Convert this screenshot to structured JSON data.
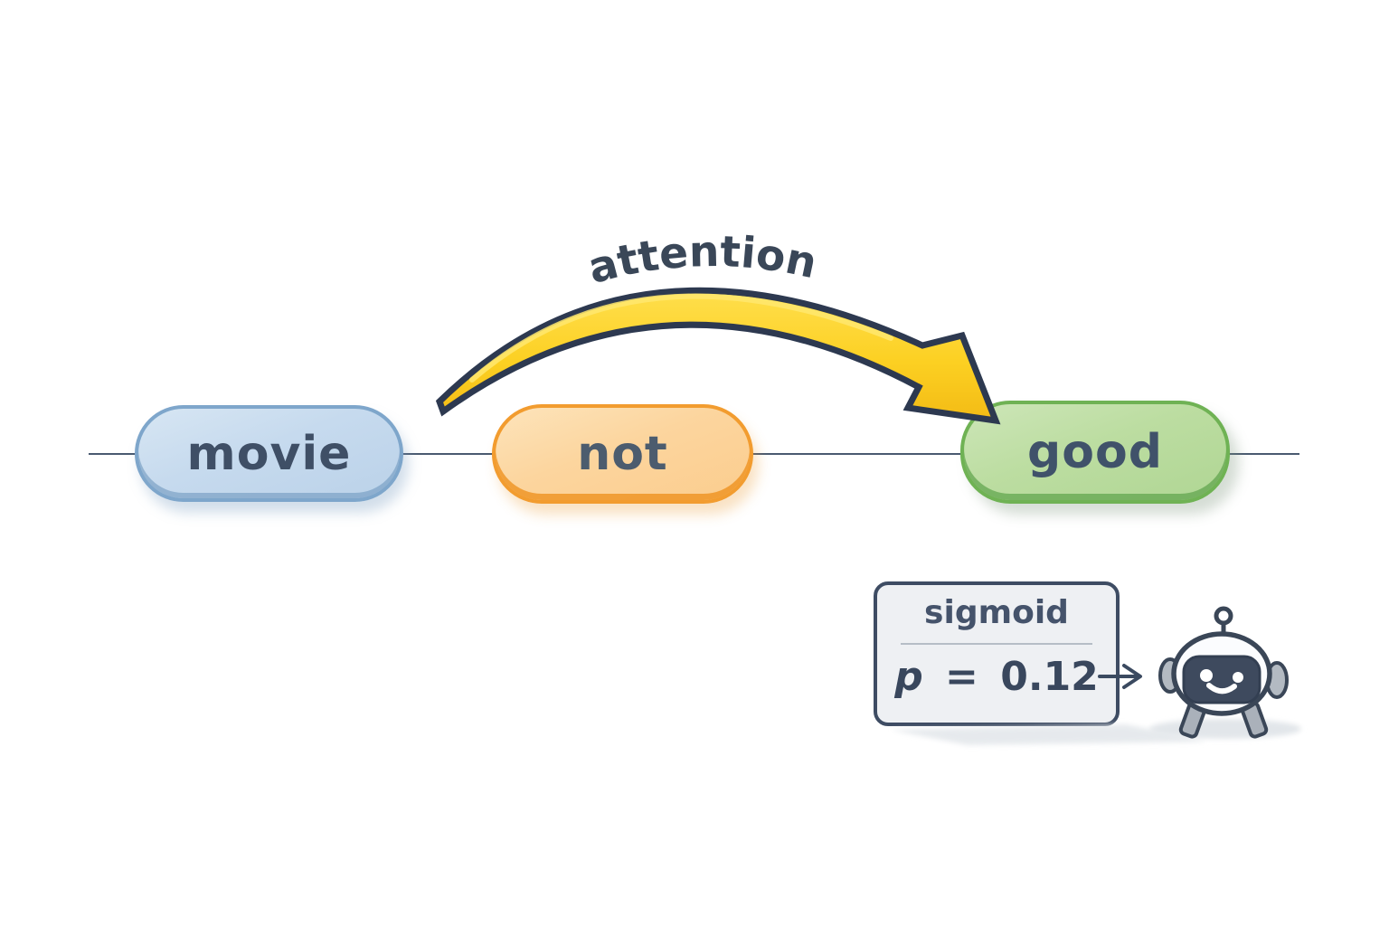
{
  "figure": {
    "attention_label": "attention",
    "tokens": [
      {
        "label": "movie",
        "fill": "#c6daee",
        "border": "#7ea6cb"
      },
      {
        "label": "not",
        "fill": "#fcd59e",
        "border": "#f29c2f"
      },
      {
        "label": "good",
        "fill": "#bcdda1",
        "border": "#6fb254"
      }
    ],
    "sigmoid_box": {
      "title": "sigmoid",
      "value": {
        "var": "p",
        "eq": "=",
        "num": "0.12"
      }
    },
    "icons": {
      "attention_arrow": "curved-yellow-arrow",
      "output_arrow": "→",
      "robot": "robot-mascot"
    },
    "colors": {
      "arrow_yellow": "#fcd022",
      "arrow_yellow_light": "#ffe76e",
      "arrow_outline": "#2d3950",
      "text_dark": "#3a4758",
      "baseline": "#4a5a70",
      "box_fill": "#eef0f3",
      "box_border": "#3e4c63",
      "robot_body": "#fbfcfe",
      "robot_face": "#3e4a5e",
      "robot_gray": "#aab1ba",
      "shadow_gray": "#e2e6ea"
    }
  }
}
